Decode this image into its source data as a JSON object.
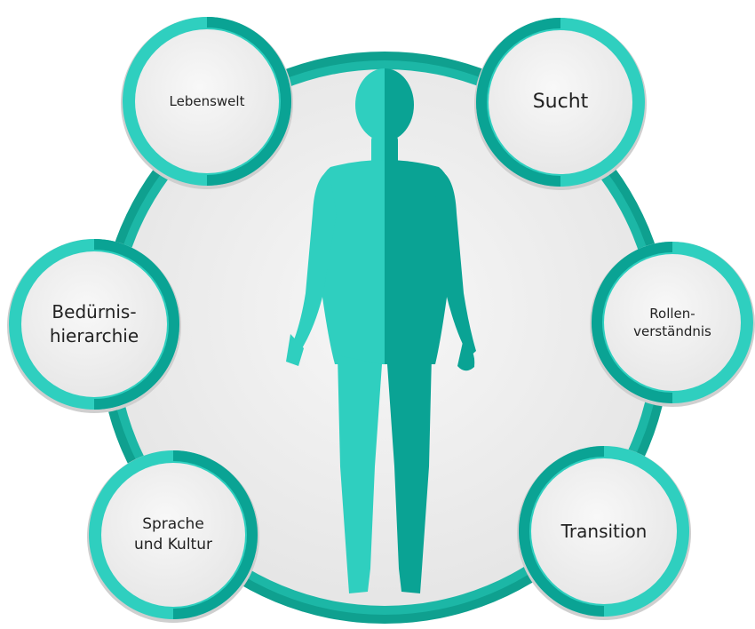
{
  "colors": {
    "teal_light": "#2fcfbf",
    "teal_dark": "#0aa394",
    "ring": "#12a898",
    "disc": "#eeeeee",
    "node_fill": "#f1f1f1",
    "text": "#222222"
  },
  "figure": {
    "name": "human-figure",
    "icon": "human-body-silhouette-icon"
  },
  "nodes": [
    {
      "id": "lebenswelt",
      "label": "Lebenswelt"
    },
    {
      "id": "sucht",
      "label": "Sucht"
    },
    {
      "id": "beduerfnishierarchie",
      "label": "Bedürnis-\nhierarchie"
    },
    {
      "id": "rollenverstaendnis",
      "label": "Rollen-\nverständnis"
    },
    {
      "id": "sprache-und-kultur",
      "label": "Sprache\nund Kultur"
    },
    {
      "id": "transition",
      "label": "Transition"
    }
  ]
}
